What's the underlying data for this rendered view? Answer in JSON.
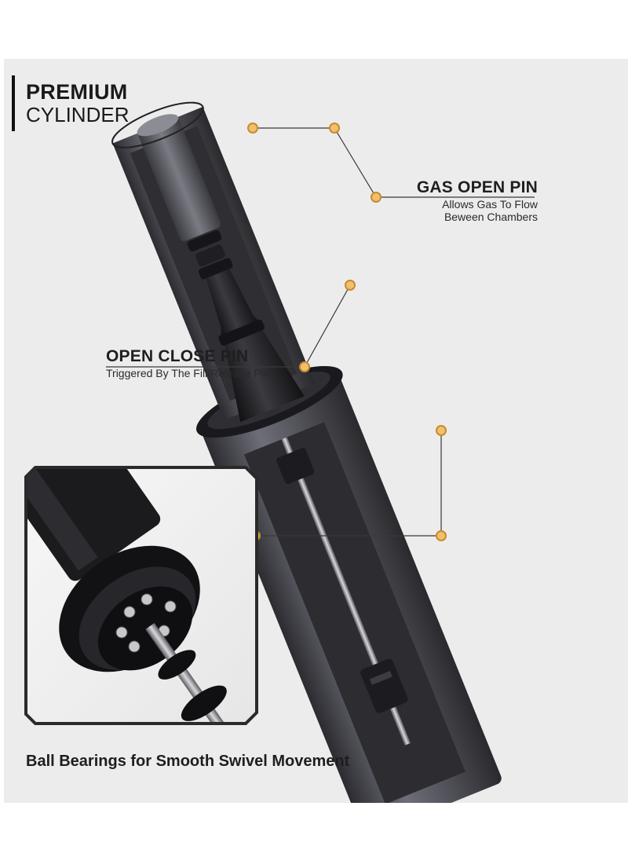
{
  "brand": {
    "line1": "PREMIUM",
    "line2": "CYLINDER"
  },
  "callouts": {
    "gas_open_pin": {
      "title": "GAS OPEN PIN",
      "desc_line1": "Allows Gas To Flow",
      "desc_line2": "Beween Chambers"
    },
    "open_close_pin": {
      "title": "OPEN CLOSE PIN",
      "desc": "Triggered By The Fill/Release Pin"
    }
  },
  "inset_caption": "Ball Bearings for Smooth Swivel Movement",
  "colors": {
    "accent": "#e8a83a",
    "background": "#ececec",
    "cylinder": "#4a4a52",
    "text": "#1f1f1f"
  }
}
